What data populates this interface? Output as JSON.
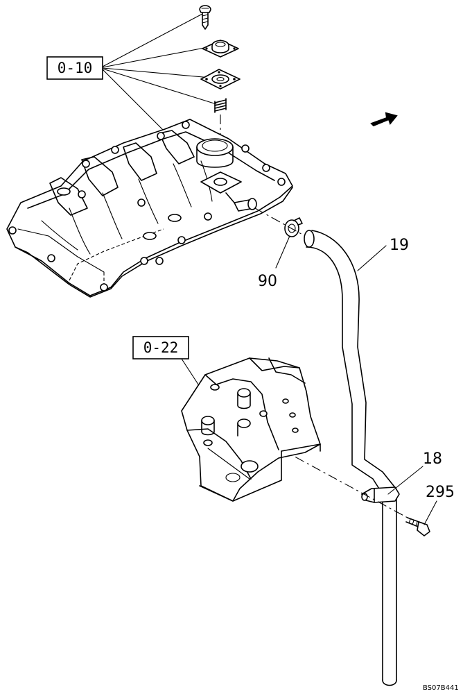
{
  "references": {
    "cover_ref": "0-10",
    "bracket_ref": "0-22"
  },
  "parts": {
    "clip": "90",
    "hose": "19",
    "clamp": "18",
    "bolt": "295"
  },
  "drawing_code": "BS07B441"
}
